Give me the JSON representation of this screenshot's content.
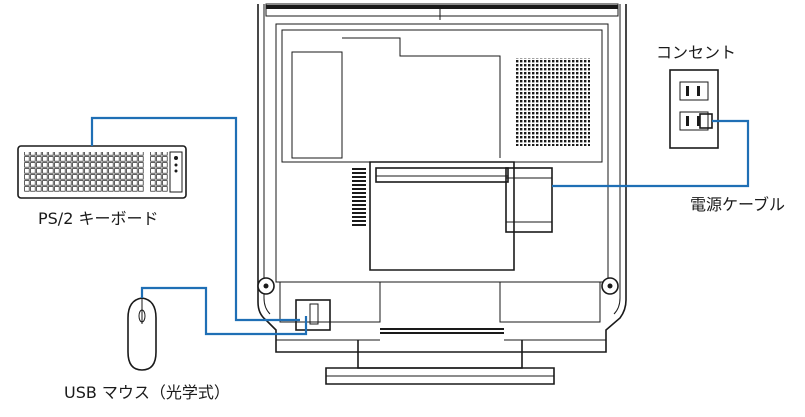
{
  "labels": {
    "outlet": "コンセント",
    "power_cable": "電源ケーブル",
    "keyboard": "PS/2 キーボード",
    "mouse": "USB マウス（光学式）"
  },
  "colors": {
    "cable": "#1f6fb5",
    "line": "#1a1a1a"
  }
}
